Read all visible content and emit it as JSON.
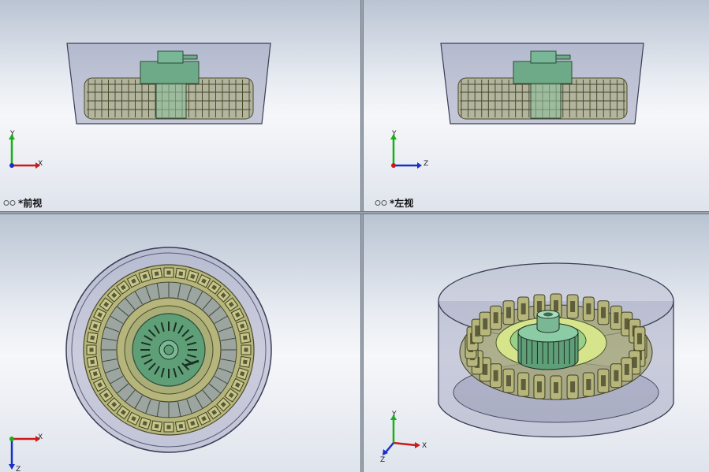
{
  "viewports": {
    "front": {
      "label": "*前视",
      "axes": {
        "h": "X",
        "v": "Y"
      }
    },
    "left": {
      "label": "*左视",
      "axes": {
        "h": "Z",
        "v": "Y"
      }
    },
    "top": {
      "label": "",
      "axes": {
        "h": "X",
        "v": "Z"
      }
    },
    "iso": {
      "label": "",
      "axes": {
        "h": "X",
        "v": "Y",
        "d": "Z"
      }
    }
  },
  "icons": {
    "view_glasses": "glasses-icon",
    "triad": "coordinate-triad-icon"
  },
  "colors": {
    "housing": "#8e92ad",
    "coil": "#b9b97a",
    "core": "#5f9f78",
    "teeth_light": "#d6e58c",
    "axis_x": "#d01818",
    "axis_y": "#18b018",
    "axis_z": "#1830c8"
  }
}
